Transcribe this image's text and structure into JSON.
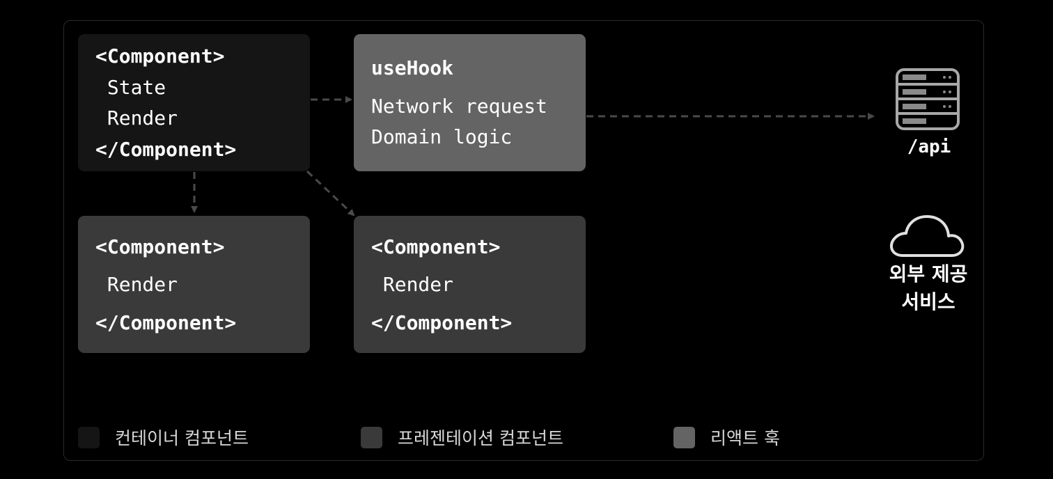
{
  "boxes": {
    "container": {
      "open": "<Component>",
      "line1": " State",
      "line2": " Render",
      "close": "</Component>"
    },
    "hook": {
      "title": "useHook",
      "line1": "Network request",
      "line2": "Domain logic"
    },
    "pres1": {
      "open": "<Component>",
      "line1": " Render",
      "close": "</Component>"
    },
    "pres2": {
      "open": "<Component>",
      "line1": " Render",
      "close": "</Component>"
    }
  },
  "side": {
    "api_label": "/api",
    "external_label_line1": "외부 제공",
    "external_label_line2": "서비스",
    "api_icon": "server-icon",
    "external_icon": "cloud-icon"
  },
  "legend": [
    {
      "label": "컨테이너 컴포넌트",
      "color": "#151515"
    },
    {
      "label": "프레젠테이션 컴포넌트",
      "color": "#3a3a3a"
    },
    {
      "label": "리액트 훅",
      "color": "#646464"
    }
  ],
  "colors": {
    "background": "#000000",
    "container": "#151515",
    "presentation": "#3a3a3a",
    "hook": "#646464",
    "arrow": "#4a4a4a"
  }
}
